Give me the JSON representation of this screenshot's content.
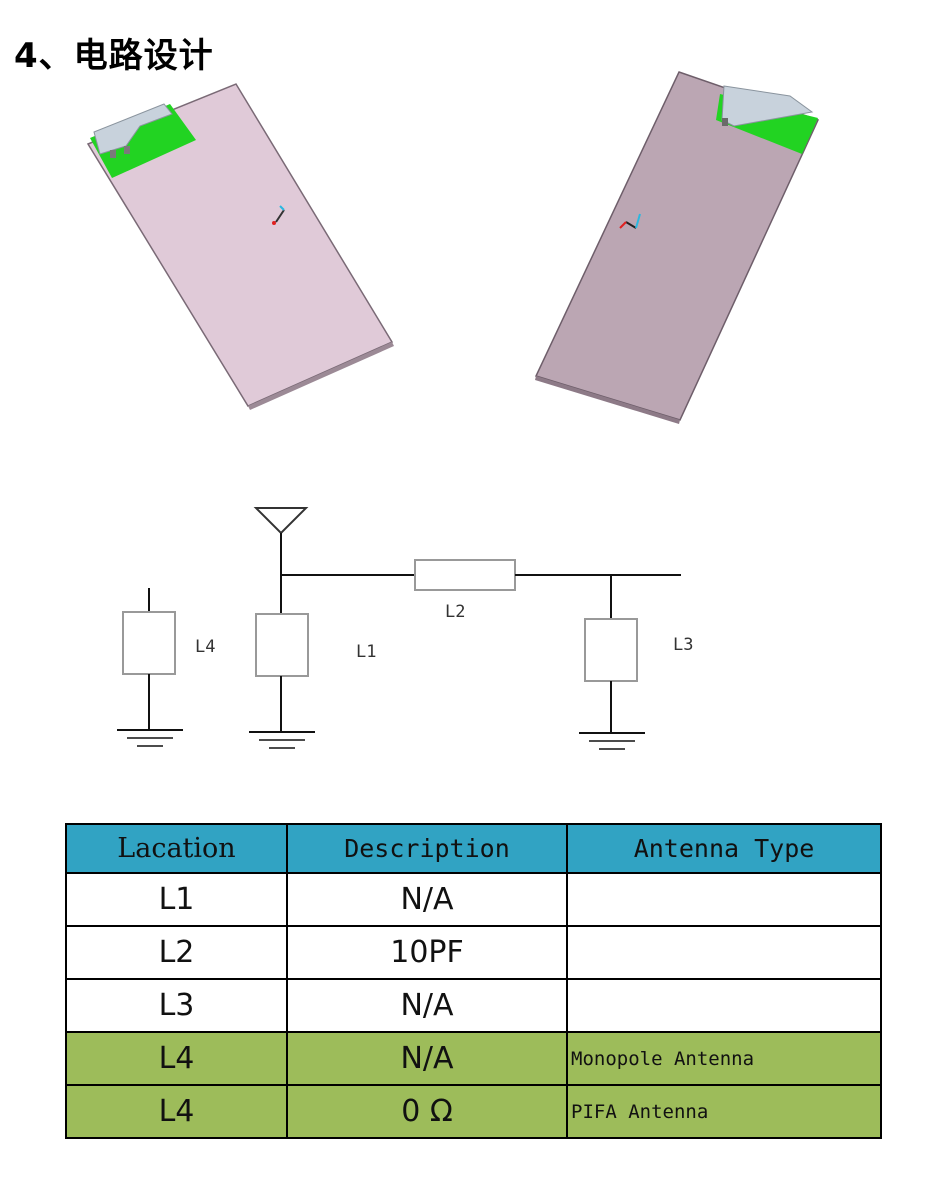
{
  "section": {
    "heading": "4、电路设计"
  },
  "renders": {
    "left_board_color": "#e0cad8",
    "right_board_color": "#bba6b3",
    "antenna_color": "#22d322",
    "ground_clearance_color": "#c8d2dc"
  },
  "schematic": {
    "labels": {
      "l1": "L1",
      "l2": "L2",
      "l3": "L3",
      "l4": "L4"
    }
  },
  "table": {
    "headers": [
      "Lacation",
      "Description",
      "Antenna Type"
    ],
    "rows": [
      {
        "location": "L1",
        "description": "N/A",
        "antenna_type": ""
      },
      {
        "location": "L2",
        "description": "10PF",
        "antenna_type": ""
      },
      {
        "location": "L3",
        "description": "N/A",
        "antenna_type": ""
      },
      {
        "location": "L4",
        "description": "N/A",
        "antenna_type": "Monopole Antenna"
      },
      {
        "location": "L4",
        "description": "0 Ω",
        "antenna_type": "PIFA Antenna"
      }
    ],
    "header_color": "#31a3c3",
    "highlight_color": "#9dbc5a"
  }
}
